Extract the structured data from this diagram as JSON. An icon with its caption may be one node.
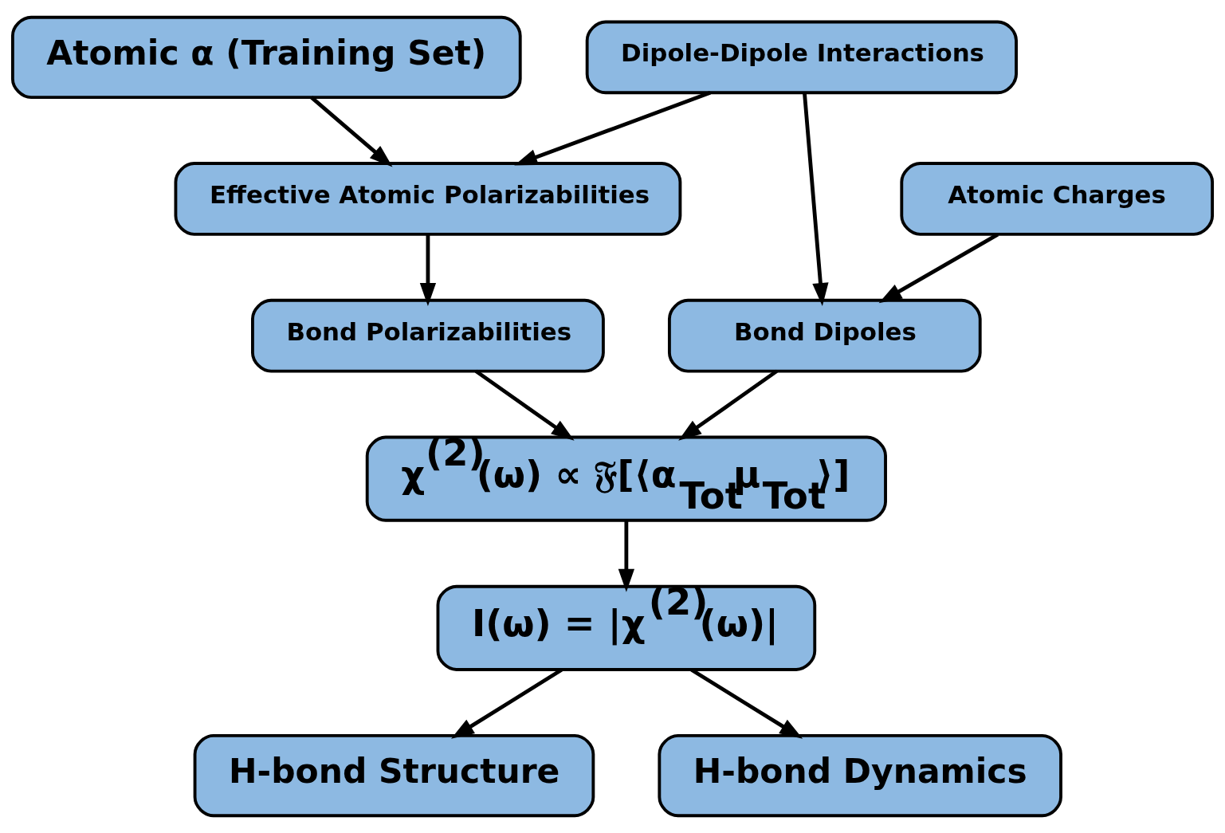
{
  "diagram": {
    "nodes": [
      {
        "text": [
          "Atomic α (Training Set)"
        ]
      },
      {
        "text": [
          "Dipole-Dipole Interactions"
        ]
      },
      {
        "text": [
          "Effective Atomic Polarizabilities"
        ]
      },
      {
        "text": [
          "Atomic Charges"
        ]
      },
      {
        "text": [
          "Bond Polarizabilities"
        ]
      },
      {
        "text": [
          "Bond Dipoles"
        ]
      },
      {
        "text": [
          "χ$^{(2)}$(ω) ∝ 𝔉[⟨α$_{Tot}$μ$_{Tot}$⟩]"
        ]
      },
      {
        "text": [
          "I(ω) = |χ$^{(2)}$(ω)|"
        ]
      },
      {
        "text": [
          "H-bond Structure"
        ]
      },
      {
        "text": [
          "H-bond Dynamics"
        ]
      }
    ],
    "edges": [
      {
        "from": 0,
        "to": 2,
        "arrow": "to"
      },
      {
        "from": 1,
        "to": 2,
        "arrow": "to"
      },
      {
        "from": 1,
        "to": 5,
        "arrow": "to"
      },
      {
        "from": 3,
        "to": 5,
        "arrow": "to"
      },
      {
        "from": 2,
        "to": 4,
        "arrow": "to"
      },
      {
        "from": 4,
        "to": 6,
        "arrow": "to"
      },
      {
        "from": 5,
        "to": 6,
        "arrow": "to"
      },
      {
        "from": 6,
        "to": 7,
        "arrow": "to"
      },
      {
        "from": 7,
        "to": 8,
        "arrow": "to"
      },
      {
        "from": 7,
        "to": 9,
        "arrow": "to"
      }
    ]
  }
}
